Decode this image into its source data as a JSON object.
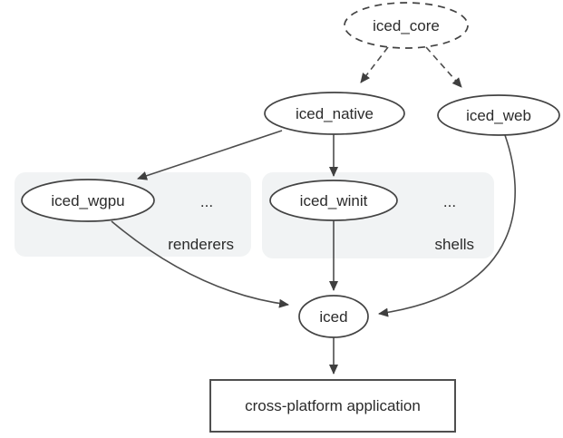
{
  "colors": {
    "accent_blue": "#1a73e8",
    "group_fill": "#f1f3f4",
    "edge_stroke": "#4d4d4d",
    "node_stroke": "#434343",
    "text": "#2b2b2b",
    "background": "#ffffff"
  },
  "nodes": {
    "iced_core": "iced_core",
    "iced_native": "iced_native",
    "iced_web": "iced_web",
    "iced_wgpu": "iced_wgpu",
    "iced_winit": "iced_winit",
    "iced": "iced",
    "application": "cross-platform application"
  },
  "groups": {
    "renderers": {
      "label": "renderers",
      "more": "..."
    },
    "shells": {
      "label": "shells",
      "more": "..."
    }
  }
}
